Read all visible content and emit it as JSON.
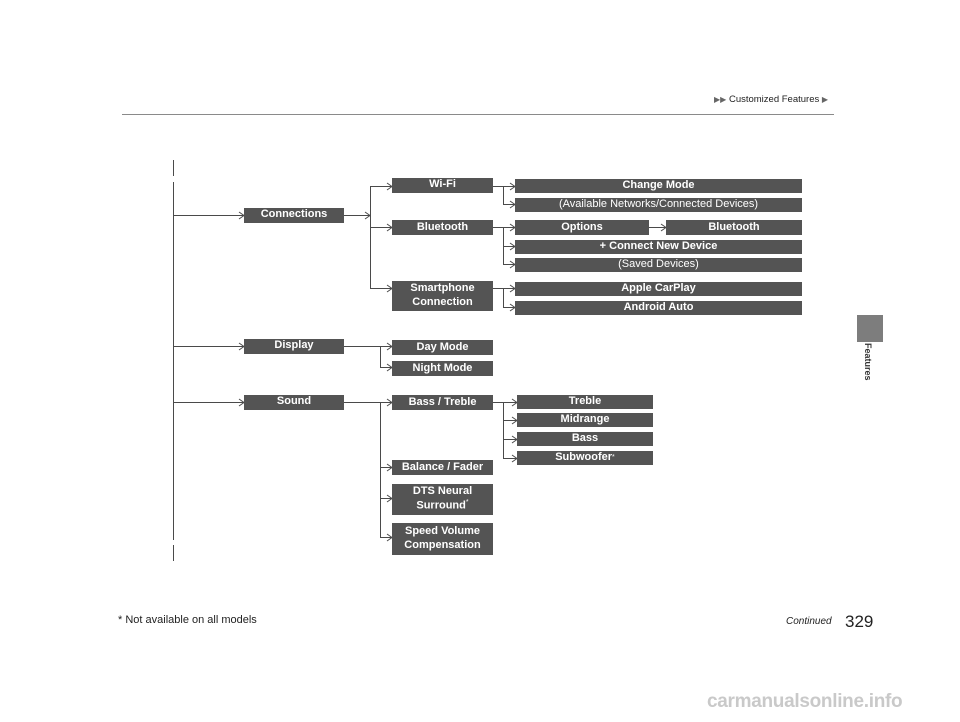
{
  "header": {
    "breadcrumb_marker": "▶▶",
    "breadcrumb_text": "Customized Features",
    "breadcrumb_end": "▶"
  },
  "side_tab": {
    "label": "Features"
  },
  "menu": {
    "connections": "Connections",
    "wifi": "Wi-Fi",
    "change_mode": "Change Mode",
    "available_networks": "(Available Networks/Connected Devices)",
    "bluetooth": "Bluetooth",
    "options": "Options",
    "bluetooth_option": "Bluetooth",
    "connect_new_device": "+ Connect New Device",
    "saved_devices": "(Saved Devices)",
    "smartphone_connection": "Smartphone Connection",
    "apple_carplay": "Apple CarPlay",
    "android_auto": "Android Auto",
    "display": "Display",
    "day_mode": "Day Mode",
    "night_mode": "Night Mode",
    "sound": "Sound",
    "bass_treble": "Bass / Treble",
    "treble": "Treble",
    "midrange": "Midrange",
    "bass": "Bass",
    "subwoofer": "Subwoofer",
    "balance_fader": "Balance / Fader",
    "dts_neural_line1": "DTS Neural",
    "dts_neural_line2": "Surround",
    "speed_volume": "Speed Volume Compensation",
    "asterisk": "*"
  },
  "footer": {
    "footnote": "* Not available on all models",
    "continued": "Continued",
    "page_number": "329"
  },
  "watermark": "carmanualsonline.info"
}
